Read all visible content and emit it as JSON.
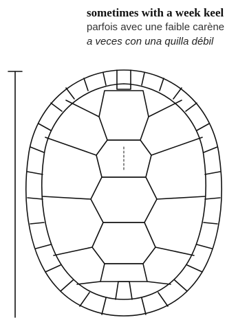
{
  "caption": {
    "english": "sometimes with a week keel",
    "french": "parfois avec une faible carène",
    "spanish": "a veces con una quilla débil"
  },
  "figure": {
    "subject": "turtle-carapace",
    "stroke_color": "#111111"
  }
}
